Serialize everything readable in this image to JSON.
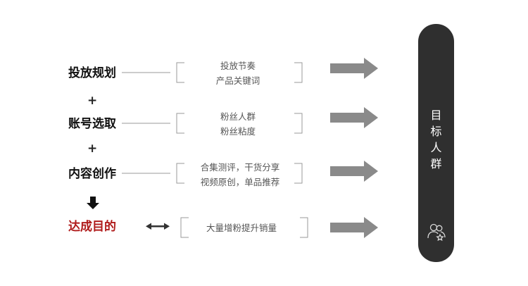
{
  "steps": [
    {
      "label": "投放规划",
      "desc": [
        "投放节奏",
        "产品关键词"
      ]
    },
    {
      "label": "账号选取",
      "desc": [
        "粉丝人群",
        "粉丝粘度"
      ]
    },
    {
      "label": "内容创作",
      "desc": [
        "合集测评，干货分享",
        "视频原创，单品推荐"
      ]
    }
  ],
  "plus_symbol": "+",
  "goal": {
    "label": "达成目的",
    "desc": "大量增粉提升销量"
  },
  "target": {
    "chars": [
      "目",
      "标",
      "人",
      "群"
    ],
    "icon": "users-icon"
  },
  "colors": {
    "label": "#111111",
    "goal": "#b01c1c",
    "arrow": "#8a8a8a",
    "bar": "#2f2f2f",
    "line": "#9a9a9a"
  }
}
